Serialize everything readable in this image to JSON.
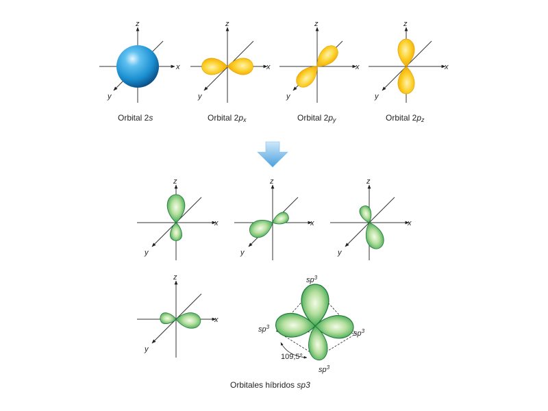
{
  "axes": {
    "x": "x",
    "y": "y",
    "z": "z"
  },
  "top_row": [
    {
      "prefix": "Orbital 2",
      "italic": "s",
      "sub": ""
    },
    {
      "prefix": "Orbital 2",
      "italic": "p",
      "sub": "x"
    },
    {
      "prefix": "Orbital 2",
      "italic": "p",
      "sub": "y"
    },
    {
      "prefix": "Orbital 2",
      "italic": "p",
      "sub": "z"
    }
  ],
  "sp3": {
    "base": "sp",
    "exp": "3"
  },
  "angle": "109,5°",
  "bottom_caption": {
    "prefix": "Orbitales híbridos ",
    "italic": "sp3"
  },
  "colors": {
    "s_orbital": "#1a8ed0",
    "p_orbital": "#f7b500",
    "hybrid": "#3c9a4a",
    "arrow": "#5aa8e0"
  }
}
